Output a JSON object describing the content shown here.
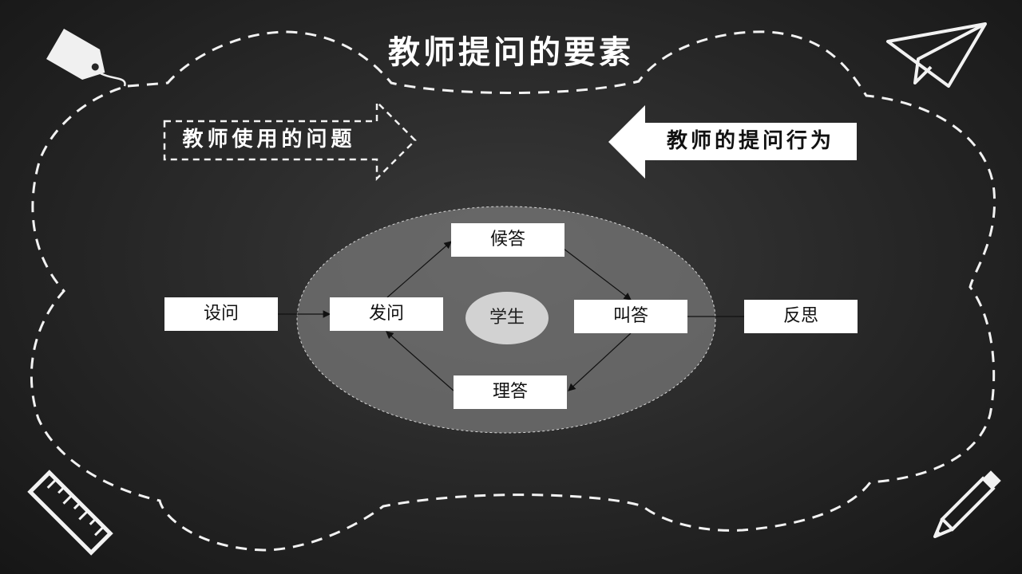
{
  "title": "教师提问的要素",
  "left_tag": "教师使用的问题",
  "right_tag": "教师的提问行为",
  "nodes": {
    "shewen": "设问",
    "fawen": "发问",
    "houda": "候答",
    "jiaoda": "叫答",
    "lida": "理答",
    "fansi": "反思",
    "student": "学生"
  },
  "colors": {
    "background": "#262626",
    "chalk": "#ffffff",
    "ellipse": "#6e6e6e",
    "center": "#d2d2d2"
  },
  "icons": [
    "price-tag-icon",
    "paper-plane-icon",
    "ruler-icon",
    "pencil-icon"
  ]
}
